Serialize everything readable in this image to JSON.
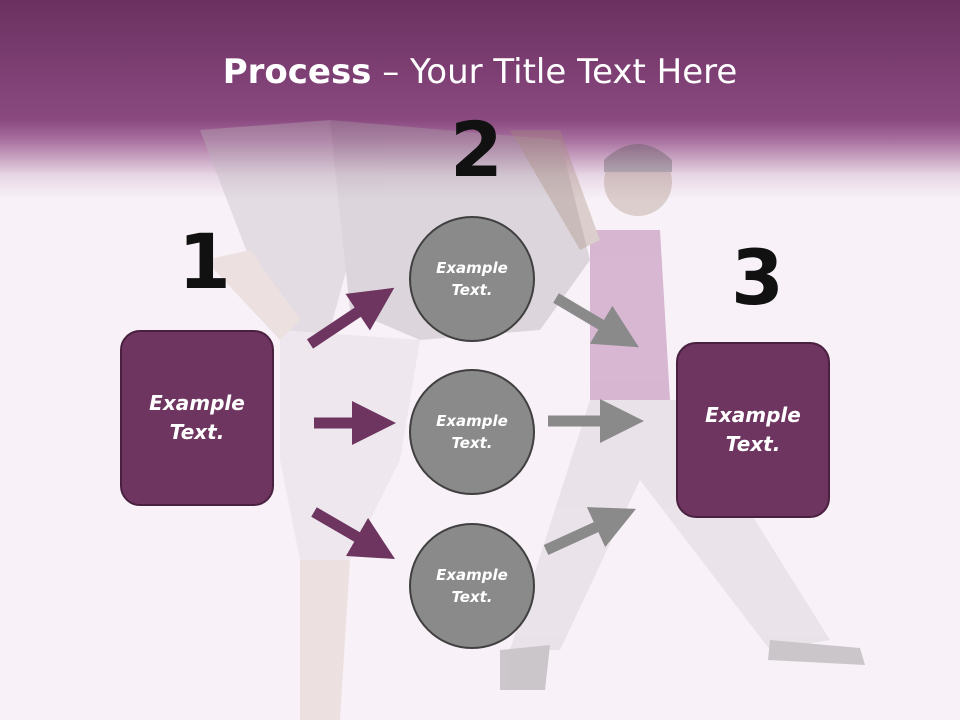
{
  "title": {
    "bold": "Process",
    "rest": " – Your Title Text Here"
  },
  "steps": {
    "one": "1",
    "two": "2",
    "three": "3"
  },
  "left_box": {
    "line1": "Example",
    "line2": "Text."
  },
  "right_box": {
    "line1": "Example",
    "line2": "Text."
  },
  "circles": [
    {
      "line1": "Example",
      "line2": "Text."
    },
    {
      "line1": "Example",
      "line2": "Text."
    },
    {
      "line1": "Example",
      "line2": "Text."
    }
  ],
  "colors": {
    "accent": "#6e3560",
    "circle": "#8a8a8a",
    "arrow_left": "#6e3560",
    "arrow_right": "#8a8a8a"
  }
}
